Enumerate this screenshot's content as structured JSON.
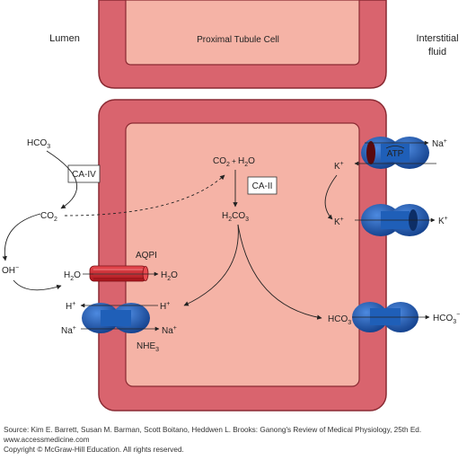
{
  "labels": {
    "lumen": "Lumen",
    "cell": "Proximal Tubule Cell",
    "interstitial_1": "Interstitial",
    "interstitial_2": "fluid",
    "hco3_lumen": "HCO",
    "hco3_lumen_sub": "3",
    "ca_iv": "CA-IV",
    "co2_lumen": "CO",
    "co2_lumen_sub": "2",
    "oh": "OH",
    "oh_sup": "−",
    "h2o_left": "H",
    "h2o_left_sub": "2",
    "h2o_left_end": "O",
    "aqpi": "AQPI",
    "h2o_right": "H",
    "h2o_right_sub": "2",
    "h2o_right_end": "O",
    "h_lumen": "H",
    "h_lumen_sup": "+",
    "h_cell": "H",
    "h_cell_sup": "+",
    "na_lumen": "Na",
    "na_lumen_sup": "+",
    "na_cell": "Na",
    "na_cell_sup": "+",
    "nhe": "NHE",
    "nhe_sub": "3",
    "co2h2o_a": "CO",
    "co2h2o_sub1": "2",
    "co2h2o_plus": " + ",
    "co2h2o_b": "H",
    "co2h2o_sub2": "2",
    "co2h2o_c": "O",
    "ca_ii": "CA-II",
    "h2co3_a": "H",
    "h2co3_sub1": "2",
    "h2co3_b": "CO",
    "h2co3_sub2": "3",
    "hco3_cell": "HCO",
    "hco3_cell_sub": "3",
    "hco3_out": "HCO",
    "hco3_out_sub": "3",
    "hco3_out_sup": "−",
    "atp": "ATP",
    "na_out": "Na",
    "na_out_sup": "+",
    "k_in1": "K",
    "k_in1_sup": "+",
    "k_in2": "K",
    "k_in2_sup": "+",
    "k_out": "K",
    "k_out_sup": "+"
  },
  "caption": {
    "line1": "Source: Kim E. Barrett, Susan M. Barman, Scott Boitano, Heddwen L. Brooks: Ganong's Review of Medical Physiology, 25th Ed.",
    "line2": "www.accessmedicine.com",
    "line3": "Copyright © McGraw-Hill Education.  All rights reserved."
  },
  "colors": {
    "cell_wall": "#d9646e",
    "cell_interior": "#f5b3a6",
    "transporter": "#1f5fb8",
    "aquaporin": "#cc2027"
  }
}
